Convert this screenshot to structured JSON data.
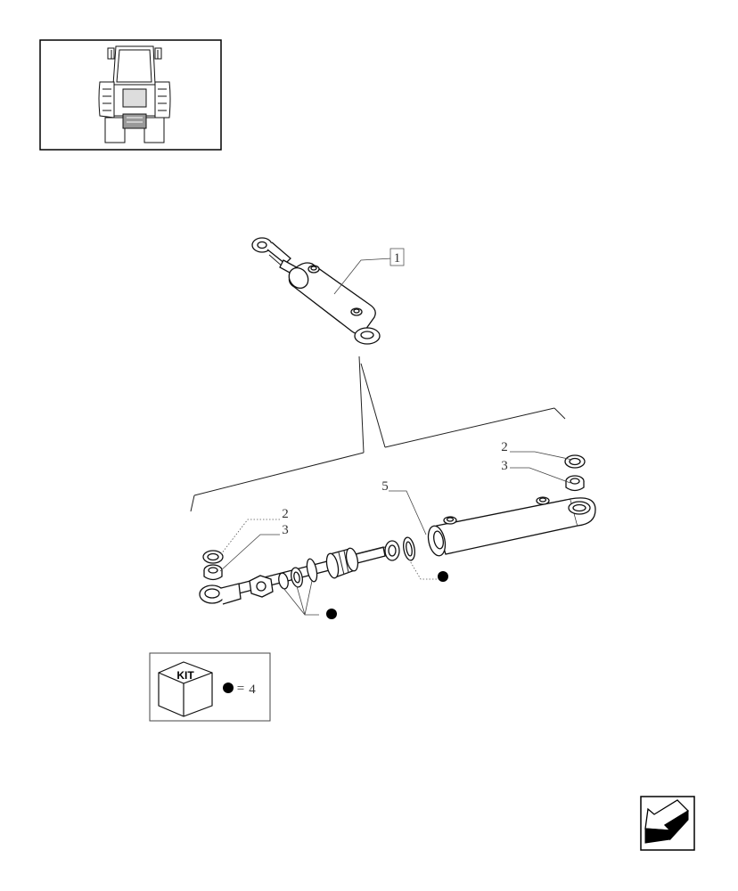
{
  "callouts": {
    "assembly": "1",
    "left_seal_top": "2",
    "left_seal_bottom": "3",
    "right_seal_top": "2",
    "right_seal_bottom": "3",
    "rod_seal": "5"
  },
  "kit_legend": {
    "kit_label": "KIT",
    "equals": "=",
    "kit_number": "4"
  },
  "icons": {
    "thumbnail": "tractor-rear-view-icon",
    "nav": "previous-page-arrow-icon",
    "kit_box": "kit-box-icon",
    "kit_marker": "kit-dot-icon"
  }
}
